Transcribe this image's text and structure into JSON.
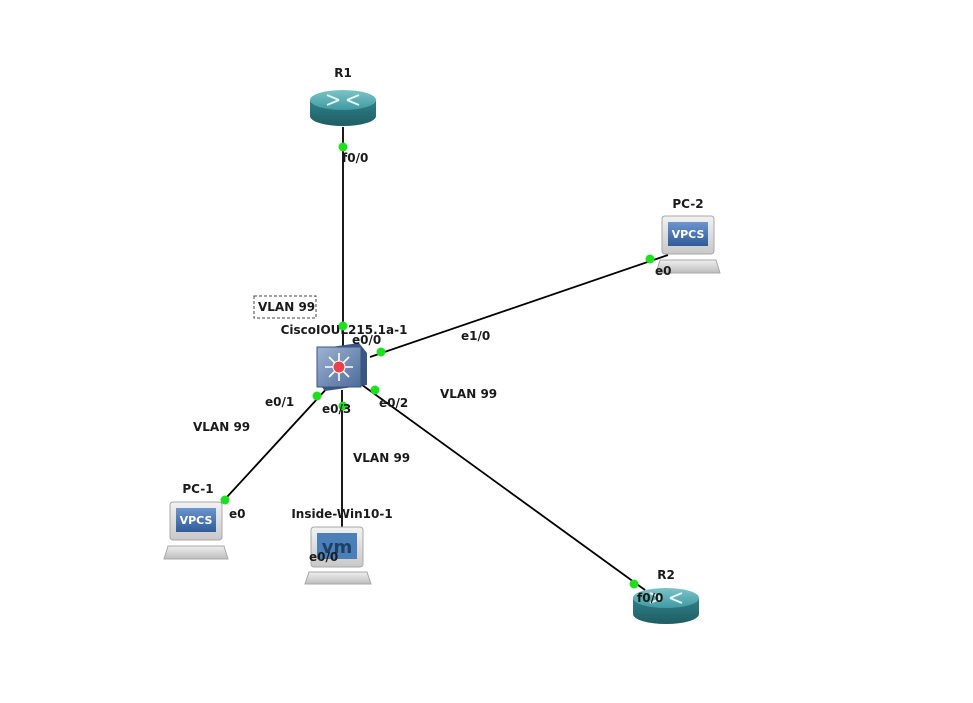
{
  "colors": {
    "link": "#000000",
    "port_status": "#1fe01f",
    "router_body": "#2f7e86",
    "router_top": "#5fb0b6",
    "switch_body": "#5a7aa8",
    "vpcs_screen": "#3f6fae",
    "vm_screen": "#4a7fb8"
  },
  "devices": {
    "r1": {
      "name": "R1",
      "icon": "router-icon"
    },
    "r2": {
      "name": "R2",
      "icon": "router-icon"
    },
    "switch": {
      "name": "CiscoIOUL215.1a-1",
      "icon": "switch-icon"
    },
    "pc1": {
      "name": "PC-1",
      "icon": "vpcs-pc-icon",
      "screen_text": "VPCS"
    },
    "pc2": {
      "name": "PC-2",
      "icon": "vpcs-pc-icon",
      "screen_text": "VPCS"
    },
    "win10": {
      "name": "Inside-Win10-1",
      "icon": "vm-pc-icon",
      "screen_text": "vm"
    }
  },
  "ports": {
    "r1_f00": "f0/0",
    "sw_e00": "e0/0",
    "sw_e10": "e1/0",
    "pc2_e0": "e0",
    "sw_e01": "e0/1",
    "sw_e03": "e0/3",
    "sw_e02": "e0/2",
    "pc1_e0": "e0",
    "win_e00": "e0/0",
    "r2_f00": "f0/0"
  },
  "notes": {
    "vlan_box": "VLAN 99",
    "vlan_pc1": "VLAN 99",
    "vlan_win": "VLAN 99",
    "vlan_r2": "VLAN 99"
  },
  "links": [
    {
      "from": "R1 f0/0",
      "to": "CiscoIOUL215.1a-1 e0/0"
    },
    {
      "from": "CiscoIOUL215.1a-1 e1/0",
      "to": "PC-2 e0"
    },
    {
      "from": "CiscoIOUL215.1a-1 e0/1",
      "to": "PC-1 e0"
    },
    {
      "from": "CiscoIOUL215.1a-1 e0/3",
      "to": "Inside-Win10-1 e0/0"
    },
    {
      "from": "CiscoIOUL215.1a-1 e0/2",
      "to": "R2 f0/0"
    }
  ]
}
